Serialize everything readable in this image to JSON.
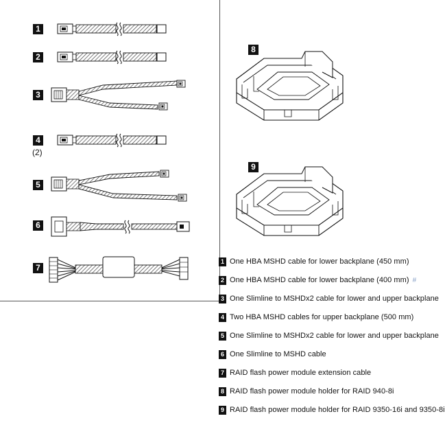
{
  "callouts": [
    "1",
    "2",
    "3",
    "4",
    "5",
    "6",
    "7",
    "8",
    "9"
  ],
  "quantity_note": "(2)",
  "legend": [
    {
      "num": "1",
      "text": "One HBA MSHD cable for lower backplane (450 mm)"
    },
    {
      "num": "2",
      "text": "One HBA MSHD cable for lower backplane (400 mm)",
      "mark": "#"
    },
    {
      "num": "3",
      "text": "One Slimline to MSHDx2 cable for lower and upper backplane"
    },
    {
      "num": "4",
      "text": "Two HBA MSHD cables for upper backplane (500 mm)"
    },
    {
      "num": "5",
      "text": "One Slimline to MSHDx2 cable for lower and upper backplane"
    },
    {
      "num": "6",
      "text": "One Slimline to MSHD cable"
    },
    {
      "num": "7",
      "text": "RAID flash power module extension cable"
    },
    {
      "num": "8",
      "text": "RAID flash power module holder for RAID 940-8i"
    },
    {
      "num": "9",
      "text": "RAID flash power module holder for RAID 9350-16i and 9350-8i"
    }
  ]
}
